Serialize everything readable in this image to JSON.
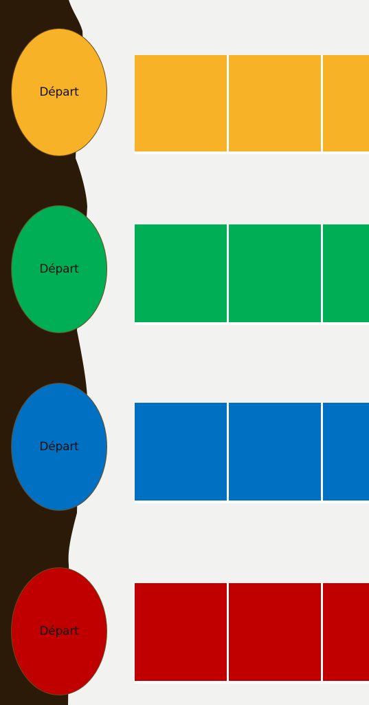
{
  "board": {
    "background_color": "#f2f2f0",
    "edge_color": "#2b1a07",
    "divider_color": "#ffffff"
  },
  "lanes": [
    {
      "color": "yellow",
      "hex": "#f7b228",
      "start_label": "Départ"
    },
    {
      "color": "green",
      "hex": "#00ae55",
      "start_label": "Départ"
    },
    {
      "color": "blue",
      "hex": "#0070c3",
      "start_label": "Départ"
    },
    {
      "color": "red",
      "hex": "#c00000",
      "start_label": "Départ"
    }
  ]
}
